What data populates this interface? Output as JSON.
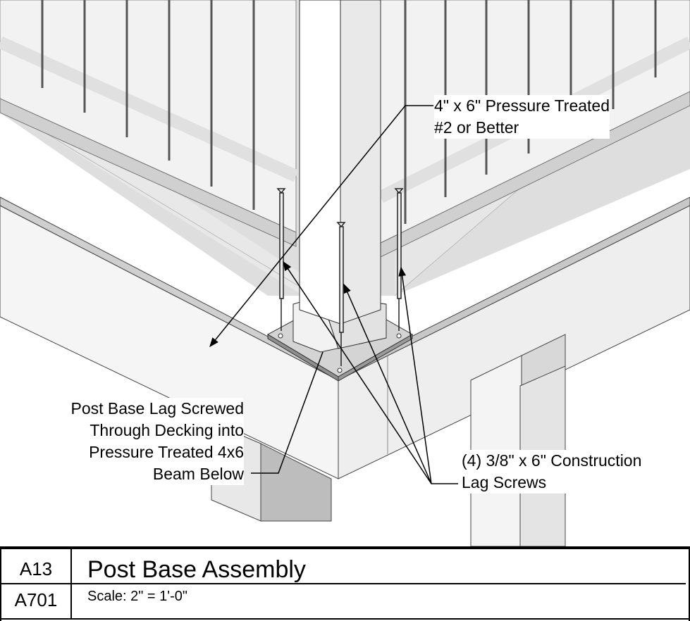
{
  "callouts": {
    "post": {
      "line1": "4\" x 6\" Pressure Treated",
      "line2": "#2 or Better"
    },
    "base": {
      "line1": "Post Base Lag Screwed",
      "line2": "Through Decking into",
      "line3": "Pressure Treated 4x6",
      "line4": "Beam Below"
    },
    "screws": {
      "line1": "(4) 3/8\" x 6\" Construction",
      "line2": "Lag Screws"
    }
  },
  "title_block": {
    "detail_number": "A13",
    "sheet_number": "A701",
    "title": "Post Base Assembly",
    "scale": "Scale: 2\" = 1'-0\""
  }
}
